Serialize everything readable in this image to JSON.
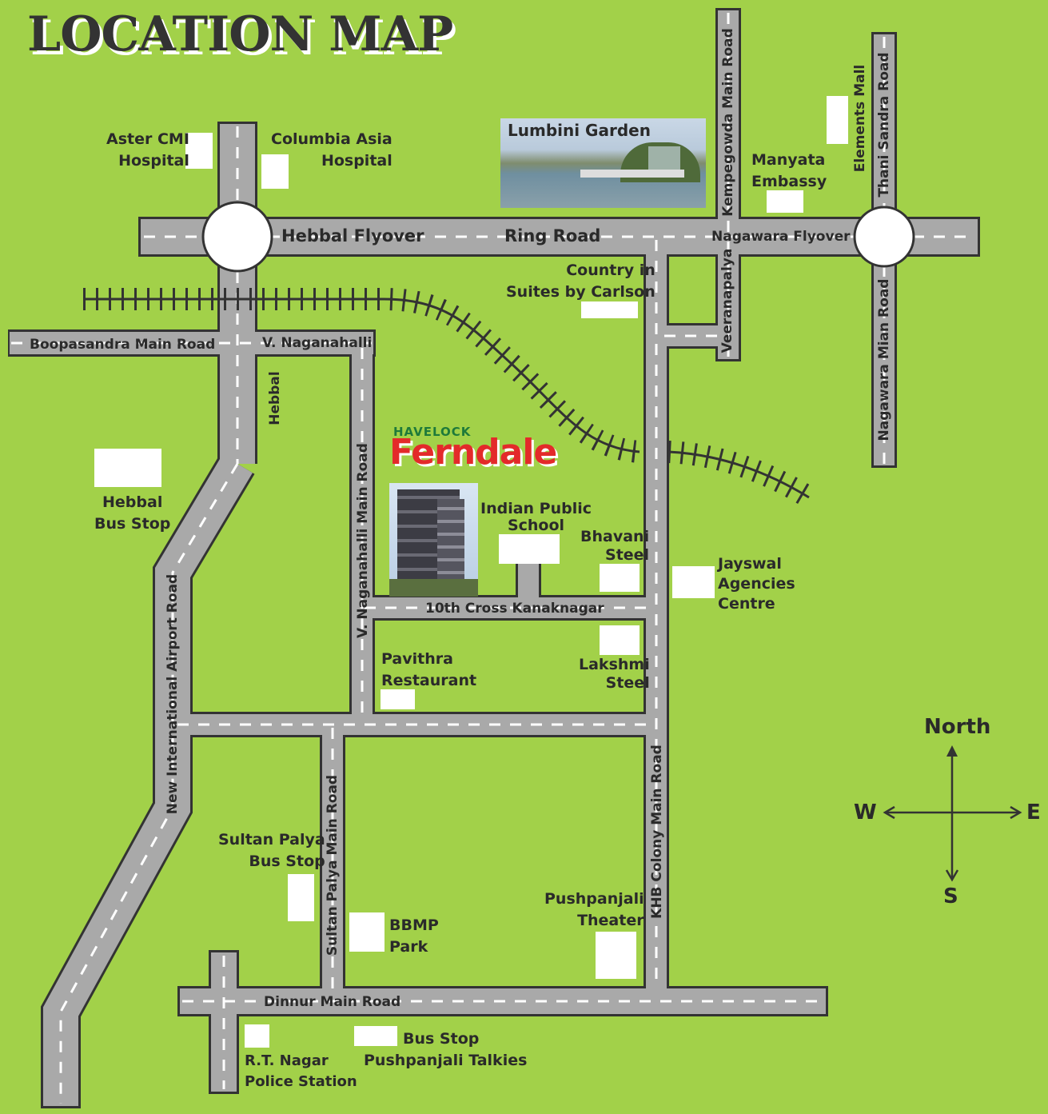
{
  "title": "LOCATION MAP",
  "brand": {
    "prefix": "HAVELOCK",
    "name": "Ferndale"
  },
  "colors": {
    "background": "#a2d149",
    "road": "#a9a9a9",
    "road_border": "#333333",
    "marking": "#ffffff",
    "railway": "#333333",
    "brand_green": "#1e7a3a",
    "brand_red": "#e32a2a"
  },
  "roads": {
    "hebbal_flyover": "Hebbal Flyover",
    "ring_road": "Ring Road",
    "nagawara_flyover": "Nagawara Flyover",
    "boopasandra": "Boopasandra Main Road",
    "v_naganahalli": "V. Naganahalli",
    "hebbal": "Hebbal",
    "v_naganahalli_main": "V. Naganahalli Main Road",
    "kempegowda": "Kempegowda Main Road",
    "veeranapalya": "Veeranapalya",
    "thani_sandra": "Thani Sandra Road",
    "nagawara_mian": "Nagawara Mian Road",
    "new_airport": "New International Airport Road",
    "tenth_cross": "10th Cross Kanaknagar",
    "sultan_palya_main": "Sultan Palya Main Road",
    "khb_colony": "KHB Colony Main Road",
    "dinnur": "Dinnur Main Road"
  },
  "landmarks": {
    "aster": [
      "Aster CMI",
      "Hospital"
    ],
    "columbia": [
      "Columbia Asia",
      "Hospital"
    ],
    "lumbini": "Lumbini Garden",
    "manyata": [
      "Manyata",
      "Embassy"
    ],
    "elements_mall": "Elements Mall",
    "country_inn": [
      "Country in",
      "Suites by Carlson"
    ],
    "hebbal_bus": [
      "Hebbal",
      "Bus Stop"
    ],
    "indian_public_school": [
      "Indian Public",
      "School"
    ],
    "bhavani": [
      "Bhavani",
      "Steel"
    ],
    "jayswal": [
      "Jayswal",
      "Agencies",
      "Centre"
    ],
    "pavithra": [
      "Pavithra",
      "Restaurant"
    ],
    "lakshmi": [
      "Lakshmi",
      "Steel"
    ],
    "sultan_palya_bus": [
      "Sultan Palya",
      "Bus Stop"
    ],
    "bbmp": [
      "BBMP",
      "Park"
    ],
    "pushpanjali_theater": [
      "Pushpanjali",
      "Theater"
    ],
    "rt_nagar": [
      "R.T. Nagar",
      "Police Station"
    ],
    "bus_stop_pushpanjali": [
      "Bus Stop",
      "Pushpanjali Talkies"
    ]
  },
  "compass": {
    "north": "North",
    "south": "S",
    "east": "E",
    "west": "W"
  }
}
